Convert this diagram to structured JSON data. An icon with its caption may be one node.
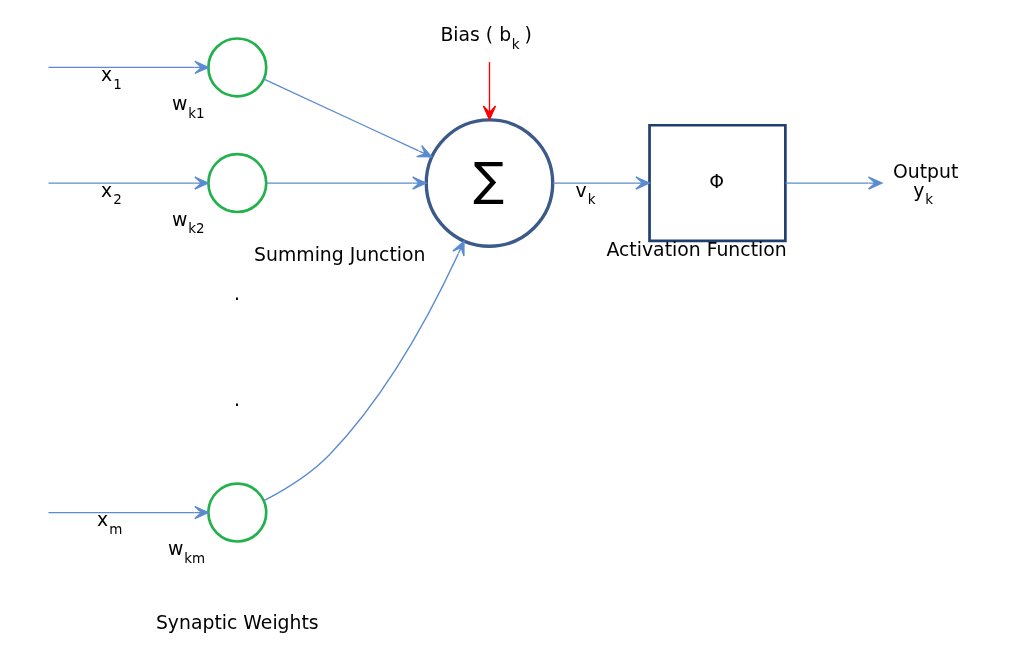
{
  "diagram": {
    "nodes": [
      {
        "text": [],
        "shape": "circle",
        "beside": [
          "w$_{k1}$"
        ]
      },
      {
        "text": [],
        "shape": "circle",
        "beside": [
          "w$_{k2}$"
        ]
      },
      {
        "text": [],
        "shape": "circle",
        "beside": [
          "w$_{km}$"
        ]
      },
      {
        "text": [
          "Bias ( b$_{k}$ )"
        ]
      },
      {
        "text": [
          "∑"
        ],
        "beside": [
          "Summing Junction"
        ]
      },
      {
        "text": [
          "Φ"
        ],
        "beside": [
          "Activation Function"
        ]
      },
      {
        "text": [
          "Output",
          "y$_{k}$"
        ]
      }
    ],
    "edges": [
      {
        "from": null,
        "to": 0,
        "arrow": "to",
        "label": "x$_{1}$"
      },
      {
        "from": null,
        "to": 1,
        "arrow": "to",
        "label": "x$_{2}$"
      },
      {
        "from": null,
        "to": 2,
        "arrow": "to",
        "label": "x$_{m}$"
      },
      {
        "from": 0,
        "to": 4,
        "arrow": "to"
      },
      {
        "from": 1,
        "to": 4,
        "arrow": "to"
      },
      {
        "from": 2,
        "to": 4,
        "arrow": "to"
      },
      {
        "from": 3,
        "to": 4,
        "arrow": "to",
        "color": "#ff0000"
      },
      {
        "from": 4,
        "to": 5,
        "arrow": "to",
        "label": "v$_{k}$"
      },
      {
        "from": 5,
        "to": 6,
        "arrow": "to"
      }
    ],
    "labels": [
      ".",
      ".",
      "Synaptic Weights"
    ]
  }
}
